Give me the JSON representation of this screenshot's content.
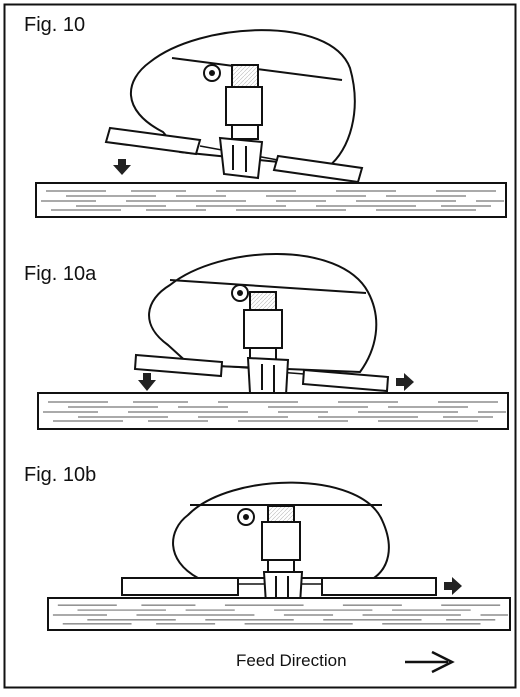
{
  "figures": [
    {
      "label": "Fig. 10",
      "arrows": [
        "down-arrow"
      ]
    },
    {
      "label": "Fig. 10a",
      "arrows": [
        "down-arrow",
        "right-arrow"
      ]
    },
    {
      "label": "Fig. 10b",
      "arrows": [
        "right-arrow"
      ]
    }
  ],
  "feed": {
    "label": "Feed Direction",
    "icon": "feed-direction-arrow-icon"
  },
  "colors": {
    "line": "#111111",
    "fill": "#ffffff",
    "dark": "#222222"
  }
}
